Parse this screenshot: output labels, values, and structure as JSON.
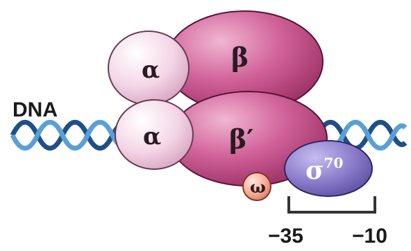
{
  "diagram": {
    "dna_label": "DNA",
    "subunits": {
      "alpha_top": "α",
      "alpha_bottom": "α",
      "beta": "β",
      "beta_prime": "β′",
      "omega": "ω",
      "sigma_base": "σ",
      "sigma_sup": "70"
    },
    "promoter": {
      "left_label": "−35",
      "right_label": "−10"
    },
    "colors": {
      "dna_strand_dark": "#1f4f86",
      "dna_strand_light": "#5aa0d6",
      "alpha": "#efc9de",
      "beta": "#c44a86",
      "beta_prime": "#c44a86",
      "sigma": "#7f71bd",
      "omega": "#f2a08c",
      "bracket": "#333333"
    }
  }
}
